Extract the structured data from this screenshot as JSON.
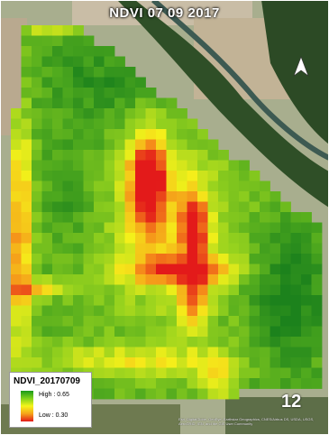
{
  "map": {
    "title": "NDVI 07 09 2017",
    "field_number": "12",
    "credits": "Esri, DigitalGlobe, GeoEye, Earthstar Geographics, CNES/Airbus DS, USDA, USGS, AeroGRID, IGN, and the GIS User Community",
    "north_arrow_icon": "north-arrow-icon",
    "legend": {
      "title": "NDVI_20170709",
      "high_label": "High : 0.65",
      "low_label": "Low : 0.30"
    },
    "colors": {
      "high": "#1a9a1a",
      "mid": "#f5f51a",
      "low": "#e31a1a",
      "crop_bg": "#9fb087",
      "tree_bg": "#3b5a2e",
      "field_bg": "#b8a48a"
    },
    "ndvi_range": [
      0.3,
      0.65
    ]
  }
}
